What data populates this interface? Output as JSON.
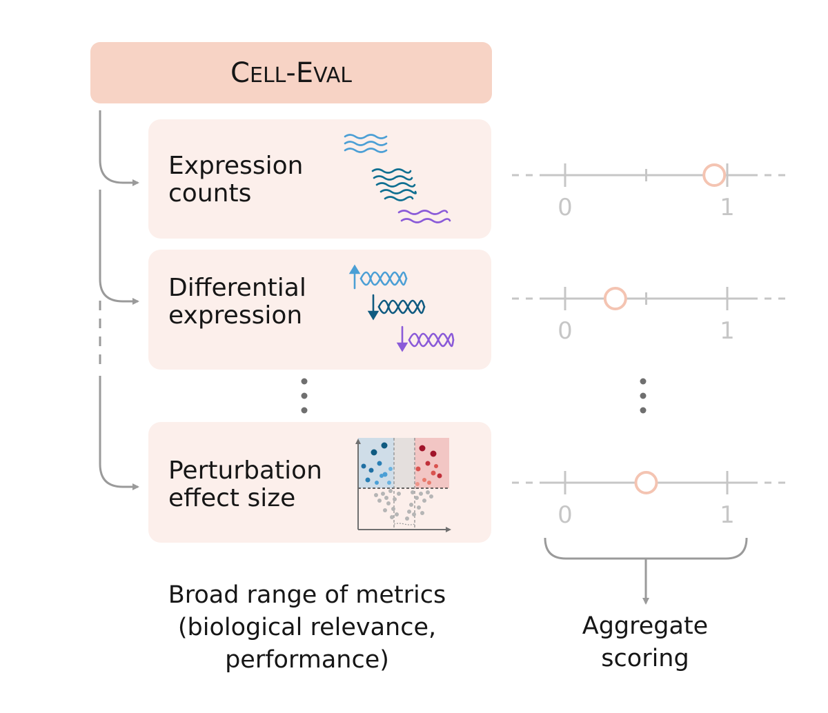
{
  "title": {
    "cap1": "C",
    "small1": "ELL",
    "dash": "-",
    "cap2": "E",
    "small2": "VAL"
  },
  "metrics": [
    {
      "line1": "Expression",
      "line2": "counts",
      "icon": "wavy-lines-icon",
      "score": 0.92
    },
    {
      "line1": "Differential",
      "line2": "expression",
      "icon": "up-down-arrow-waves-icon",
      "score": 0.31
    },
    {
      "line1": "Perturbation",
      "line2": "effect size",
      "icon": "volcano-plot-icon",
      "score": 0.5
    }
  ],
  "axis": {
    "min_label": "0",
    "max_label": "1"
  },
  "captions": {
    "left": [
      "Broad range of metrics",
      "(biological relevance,",
      "performance)"
    ],
    "right": [
      "Aggregate",
      "scoring"
    ]
  },
  "colors": {
    "title_fill": "#f7d3c5",
    "card_fill": "#fcefeb",
    "score_marker": "#f4c4b2",
    "axis": "#c6c6c6",
    "connector": "#9a9a9a",
    "blue_light": "#4b9fd5",
    "blue_dark": "#0f5a80",
    "purple": "#8a5ad8",
    "red": "#c0303a"
  }
}
